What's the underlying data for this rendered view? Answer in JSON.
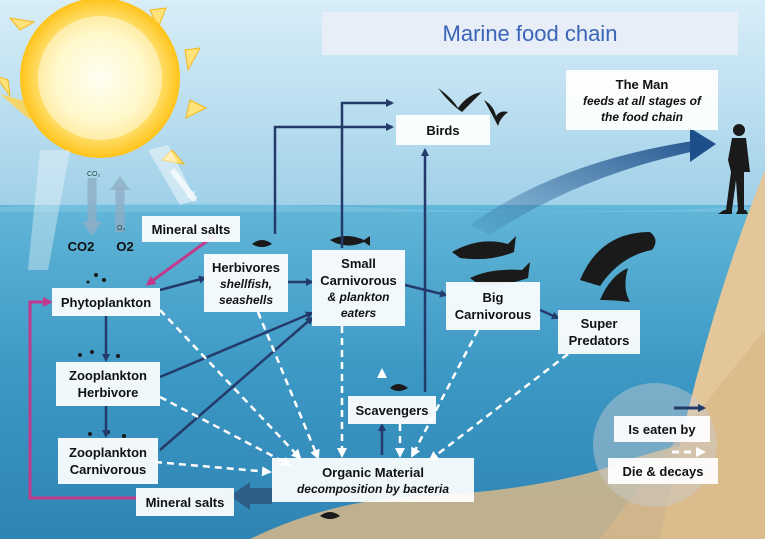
{
  "title": "Marine food chain",
  "the_man": {
    "name": "The Man",
    "line1": "feeds at all stages of",
    "line2": "the food chain"
  },
  "birds": "Birds",
  "co2": "CO2",
  "o2": "O2",
  "mineral_salts_top": "Mineral salts",
  "mineral_salts_bottom": "Mineral salts",
  "phytoplankton": "Phytoplankton",
  "herbivores": {
    "name": "Herbivores",
    "line1": "shellfish,",
    "line2": "seashells"
  },
  "small_carnivorous": {
    "line1": "Small",
    "line2": "Carnivorous",
    "line3": "& plankton",
    "line4": "eaters"
  },
  "big_carnivorous": {
    "line1": "Big",
    "line2": "Carnivorous"
  },
  "super_predators": {
    "line1": "Super",
    "line2": "Predators"
  },
  "zooplankton_herbivore": {
    "line1": "Zooplankton",
    "line2": "Herbivore"
  },
  "zooplankton_carnivorous": {
    "line1": "Zooplankton",
    "line2": "Carnivorous"
  },
  "scavengers": "Scavengers",
  "organic_material": {
    "name": "Organic Material",
    "sub": "decomposition by bacteria"
  },
  "legend": {
    "eaten": "Is eaten by",
    "decay": "Die & decays"
  },
  "sun_labels": {
    "co2_small": "CO₂",
    "o2_small": "O₂"
  },
  "colors": {
    "eaten_arrow": "#233a6b",
    "decay_arrow": "#ffffff",
    "mineral_arrow": "#c23a8e",
    "sky": "#9fd0e8",
    "sea": "#3f9fc8",
    "sand": "#e3c79b"
  }
}
